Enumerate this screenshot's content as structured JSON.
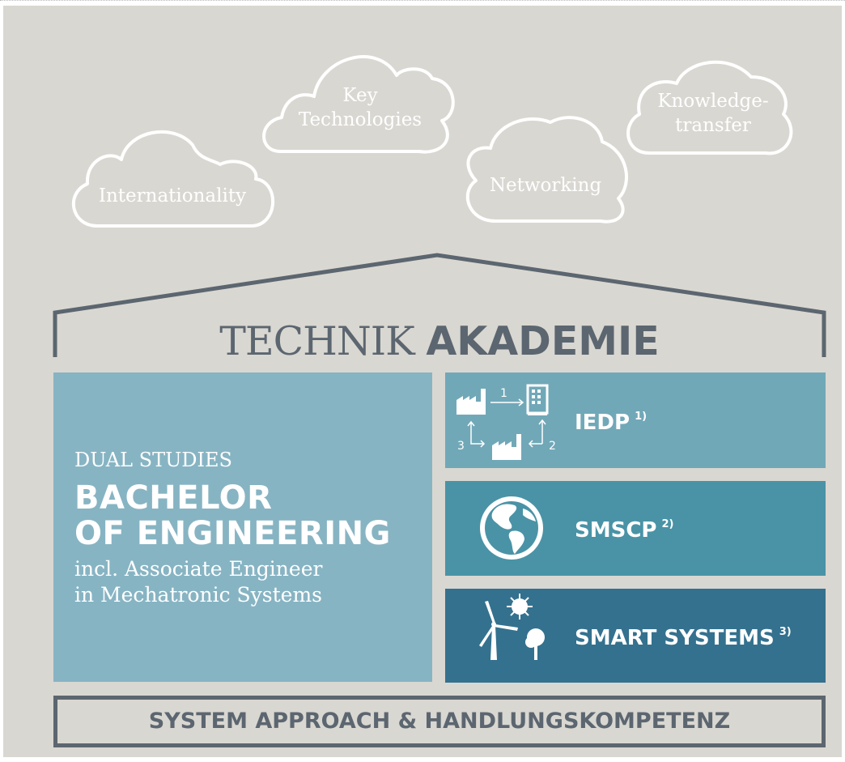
{
  "clouds": [
    {
      "id": "internationality",
      "text": "Internationality"
    },
    {
      "id": "key-technologies",
      "text": "Key\nTechnologies"
    },
    {
      "id": "networking",
      "text": "Networking"
    },
    {
      "id": "knowledge-transfer",
      "text": "Knowledge-\ntransfer"
    }
  ],
  "title": {
    "light": "TECHNIK ",
    "bold": "AKADEMIE"
  },
  "bachelor": {
    "line1": "DUAL STUDIES",
    "line2": "BACHELOR",
    "line3": "OF ENGINEERING",
    "line4": "incl. Associate Engineer",
    "line5": "in Mechatronic Systems"
  },
  "programs": [
    {
      "label": "IEDP",
      "note": "1)",
      "icon": "factory-exchange-icon",
      "icon_numbers": [
        "1",
        "2",
        "3"
      ]
    },
    {
      "label": "SMSCP",
      "note": "2)",
      "icon": "globe-icon"
    },
    {
      "label": "SMART SYSTEMS",
      "note": "3)",
      "icon": "wind-sun-tree-icon"
    }
  ],
  "footer": "SYSTEM APPROACH & HANDLUNGSKOMPETENZ",
  "colors": {
    "background": "#d9d7d1",
    "roof": "#5c6670",
    "bachelor": "#87b4c3",
    "iedp": "#71a8b8",
    "smscp": "#4a93a6",
    "smart": "#34718e",
    "text_light": "#ffffff"
  }
}
